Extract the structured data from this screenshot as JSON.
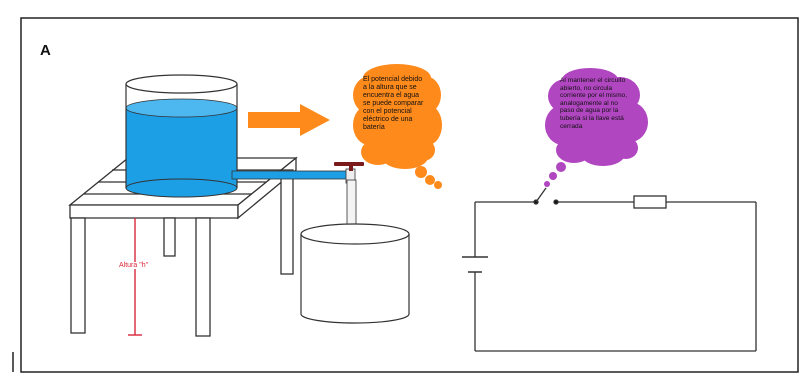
{
  "panel": {
    "label": "A"
  },
  "tank": {
    "height_label": "Altura \"h\""
  },
  "bubbles": {
    "battery_analogy": "El potencial debido\na la altura que se\nencuentra el agua\nse puede comparar\ncon el potencial\neléctrico de una\nbatería",
    "open_circuit_analogy": "Al mantener el circuito\nabierto, no circula\ncorriente por el mismo,\nanalogamente al no\npaso de agua por la\ntubería si la llave está\ncerrada"
  },
  "colors": {
    "water": "#1d9fe6",
    "arrow_and_left_bubble": "#ff8a1c",
    "right_bubble": "#b046c0",
    "height_marker": "#d9263a",
    "valve": "#7a1a1a"
  }
}
